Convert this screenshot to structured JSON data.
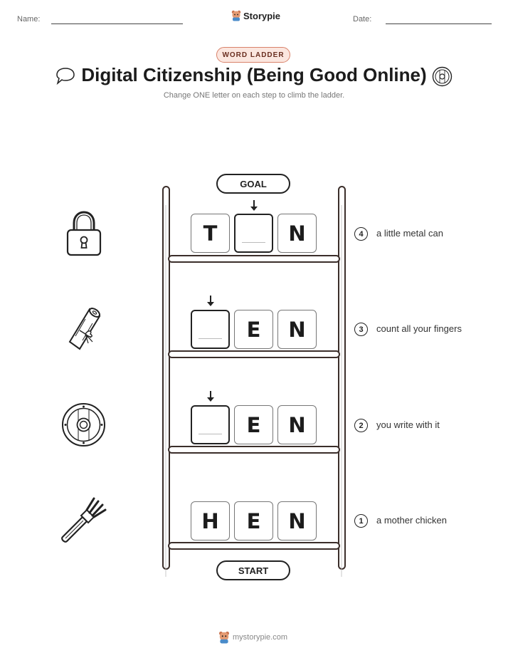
{
  "header": {
    "name_label": "Name:",
    "date_label": "Date:",
    "brand": "Storypie"
  },
  "badge": "WORD LADDER",
  "title": "Digital Citizenship (Being Good Online)",
  "subtitle": "Change ONE letter on each step to climb the ladder.",
  "goal_label": "GOAL",
  "start_label": "START",
  "rungs": [
    {
      "number": "4",
      "clue": "a little metal can",
      "letters": [
        "T",
        "",
        "N"
      ],
      "icon": "padlock-icon"
    },
    {
      "number": "3",
      "clue": "count all your fingers",
      "letters": [
        "",
        "E",
        "N"
      ],
      "icon": "scroll-icon"
    },
    {
      "number": "2",
      "clue": "you write with it",
      "letters": [
        "",
        "E",
        "N"
      ],
      "icon": "shield-icon"
    },
    {
      "number": "1",
      "clue": "a mother chicken",
      "letters": [
        "H",
        "E",
        "N"
      ],
      "icon": "rake-icon"
    }
  ],
  "footer": "mystorypie.com"
}
